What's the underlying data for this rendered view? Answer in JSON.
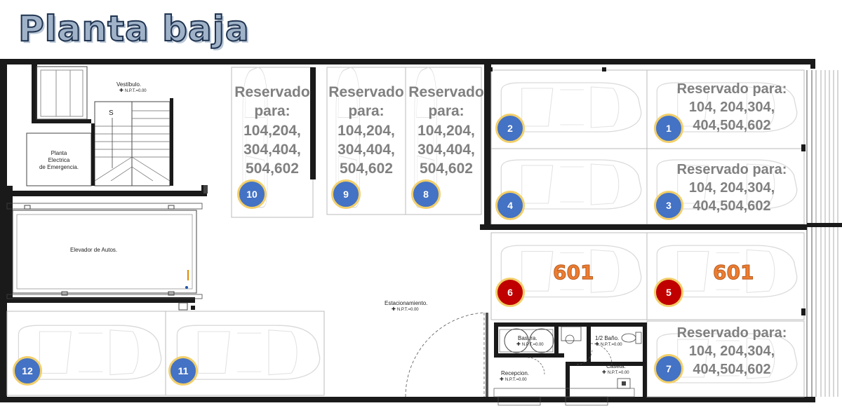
{
  "title": "Planta baja",
  "rooms": {
    "vestibulo": "Vestíbulo.",
    "planta": "Planta\nElectrica\nde Emergencia.",
    "elevador": "Elevador de Autos.",
    "estacionamiento": "Estacionamiento.",
    "basura": "Basura.",
    "bano": "1/2 Baño.",
    "caseta": "Caseta.",
    "recepcion": "Recepcion."
  },
  "level_label": "N.P.T.=0.00",
  "stair_mark": "S",
  "reserved_text_tall": "Reservado\npara:\n104,204,\n304,404,\n504,602",
  "reserved_text_wide": "Reservado para:\n104, 204,304,\n404,504,602",
  "reserved_units_label": "601",
  "spots": [
    "1",
    "2",
    "3",
    "4",
    "5",
    "6",
    "7",
    "8",
    "9",
    "10",
    "11",
    "12"
  ],
  "colors": {
    "badge_blue": "#4472c4",
    "badge_red": "#c00000",
    "badge_ring": "#f2cf6a",
    "reserved_text": "#808080",
    "unit_text": "#ed7d31",
    "title_fill": "#9fb2c8",
    "title_outline": "#1f3350"
  }
}
